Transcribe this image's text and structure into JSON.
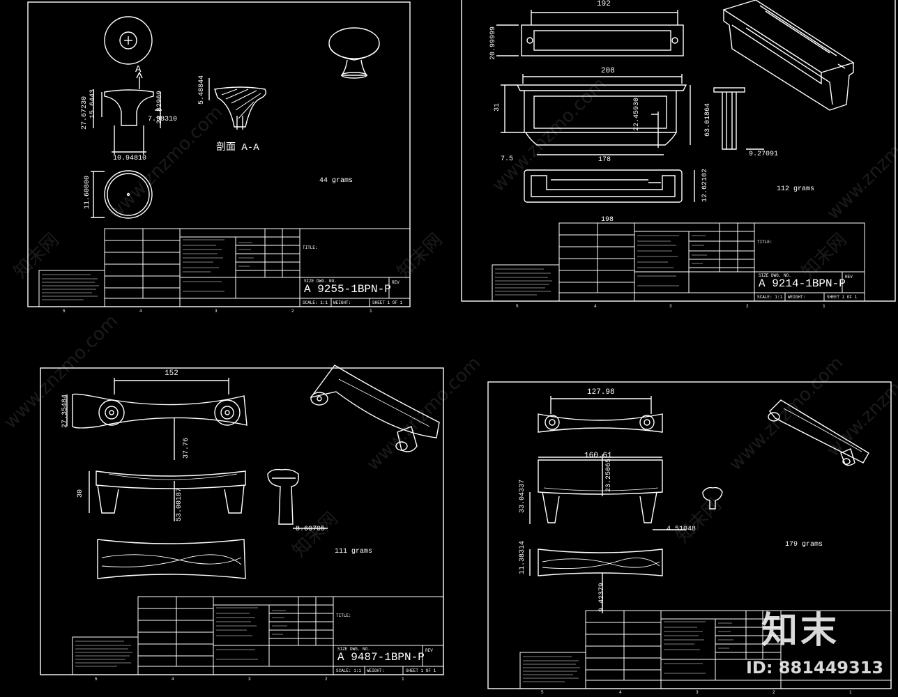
{
  "sheets": [
    {
      "part_no": "A 9255-1BPN-P",
      "weight": "44 grams",
      "section_label": "剖面 A-A",
      "section_marker": "A",
      "dims": {
        "d1": "27.67230",
        "d2": "15.6443",
        "d3": "7.98310",
        "d4": "24.82969",
        "d5": "5.48844",
        "d6": "10.94810",
        "d7": "11.60800"
      },
      "scale": "SCALE: 1:1",
      "sheet": "SHEET 1 OF 1",
      "weight_label": "WEIGHT:",
      "title_label": "TITLE:",
      "rev_label": "REV",
      "size_label": "SIZE DWG. NO.",
      "zones": [
        "5",
        "4",
        "3",
        "2",
        "1"
      ]
    },
    {
      "part_no": "A 9214-1BPN-P",
      "weight": "112 grams",
      "dims": {
        "w_top": "192",
        "w_mid": "208",
        "w_in": "178",
        "w_bot": "198",
        "h1": "20.99999",
        "h2": "31",
        "h3": "22.45930",
        "h4": "63.01864",
        "h5": "9.27091",
        "h6": "12.62102",
        "off": "7.5"
      },
      "scale": "SCALE: 1:1",
      "sheet": "SHEET 1 OF 1",
      "weight_label": "WEIGHT:",
      "title_label": "TITLE:",
      "rev_label": "REV",
      "size_label": "SIZE DWG. NO.",
      "zones": [
        "5",
        "4",
        "3",
        "2",
        "1"
      ]
    },
    {
      "part_no": "A 9487-1BPN-P",
      "weight": "111 grams",
      "dims": {
        "w_top": "152",
        "h1": "27.35484",
        "h2": "37.76",
        "h3": "30",
        "h4": "53.00187",
        "h5": "8.60705"
      },
      "scale": "SCALE: 1:1",
      "sheet": "SHEET 1 OF 1",
      "weight_label": "WEIGHT:",
      "title_label": "TITLE:",
      "rev_label": "REV",
      "size_label": "SIZE DWG. NO.",
      "zones": [
        "5",
        "4",
        "3",
        "2",
        "1"
      ]
    },
    {
      "part_no": "",
      "weight": "179 grams",
      "dims": {
        "w_top": "127.98",
        "w_mid": "160.61",
        "h1": "23.25065",
        "h2": "33.04337",
        "h3": "4.51048",
        "h4": "11.38314",
        "h5": "9.42379"
      },
      "zones": [
        "5",
        "4",
        "3",
        "2",
        "1"
      ]
    }
  ],
  "watermarks": {
    "site": "www.znzmo.com",
    "cn": "知末网",
    "logo": "知末",
    "id": "ID: 881449313"
  }
}
